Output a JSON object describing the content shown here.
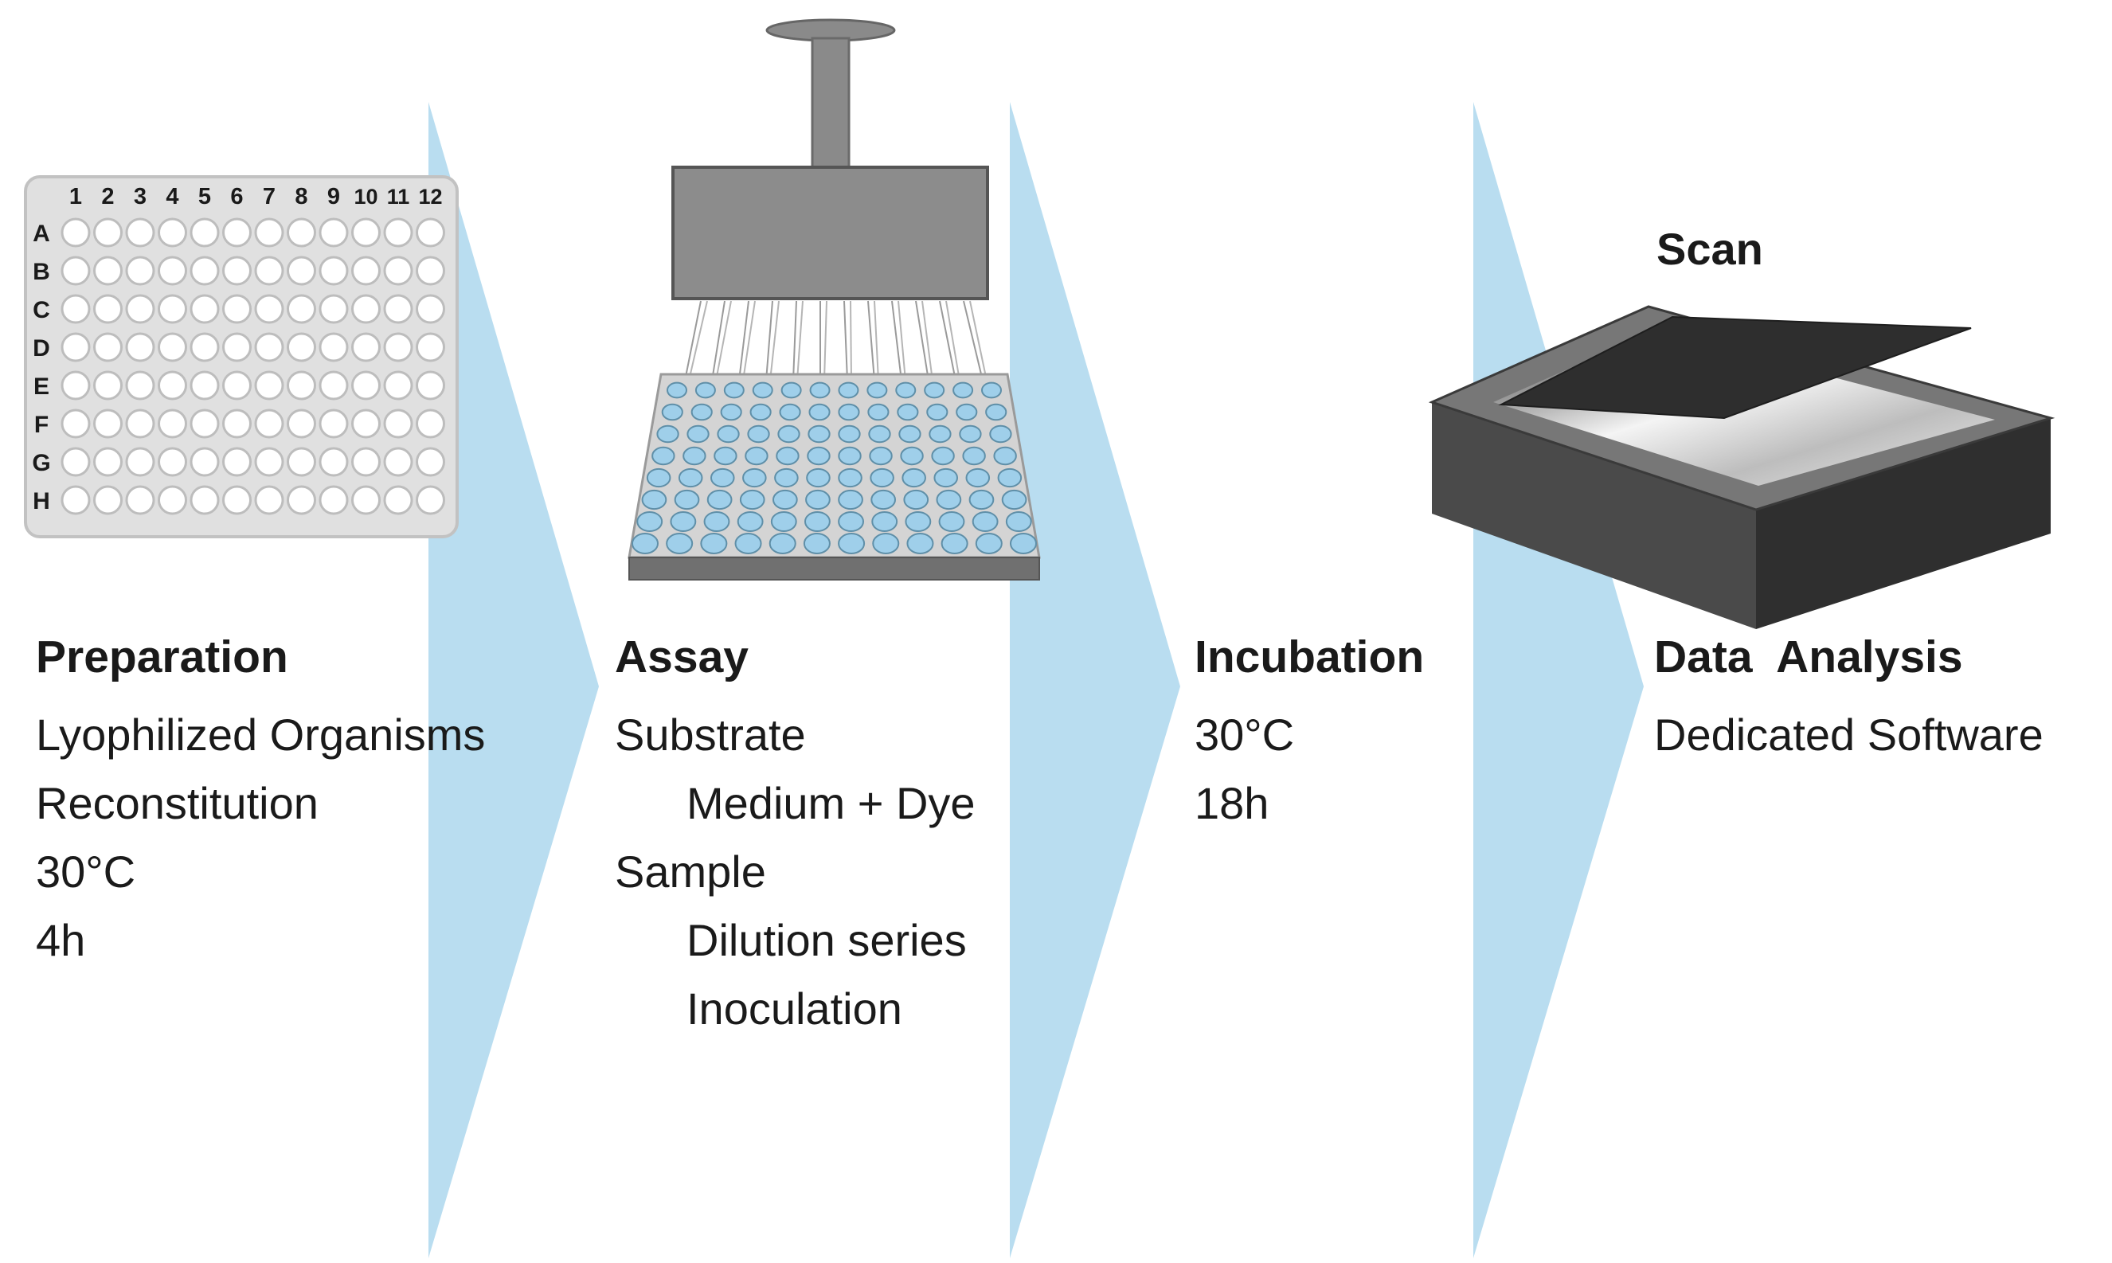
{
  "stages": [
    {
      "title": "Preparation",
      "lines": [
        {
          "text": "Lyophilized Organisms",
          "indent": false
        },
        {
          "text": "Reconstitution",
          "indent": false
        },
        {
          "text": "30°C",
          "indent": false
        },
        {
          "text": "4h",
          "indent": false
        }
      ]
    },
    {
      "title": "Assay",
      "lines": [
        {
          "text": "Substrate",
          "indent": false
        },
        {
          "text": "Medium + Dye",
          "indent": true
        },
        {
          "text": "Sample",
          "indent": false
        },
        {
          "text": "Dilution series",
          "indent": true
        },
        {
          "text": "Inoculation",
          "indent": true
        }
      ]
    },
    {
      "title": "Incubation",
      "lines": [
        {
          "text": "30°C",
          "indent": false
        },
        {
          "text": "18h",
          "indent": false
        }
      ]
    },
    {
      "title": "Data  Analysis",
      "lines": [
        {
          "text": "Dedicated Software",
          "indent": false
        }
      ]
    }
  ],
  "scan_label": "Scan",
  "plate": {
    "column_labels": [
      "1",
      "2",
      "3",
      "4",
      "5",
      "6",
      "7",
      "8",
      "9",
      "10",
      "11",
      "12"
    ],
    "row_labels": [
      "A",
      "B",
      "C",
      "D",
      "E",
      "F",
      "G",
      "H"
    ]
  },
  "colors": {
    "arrow": "#b9ddf0",
    "well_fill_liquid": "#9fcfea",
    "plate_gray": "#d9d9d9",
    "device_gray": "#6d6d6d",
    "scanner_dark": "#3c3c3c"
  }
}
